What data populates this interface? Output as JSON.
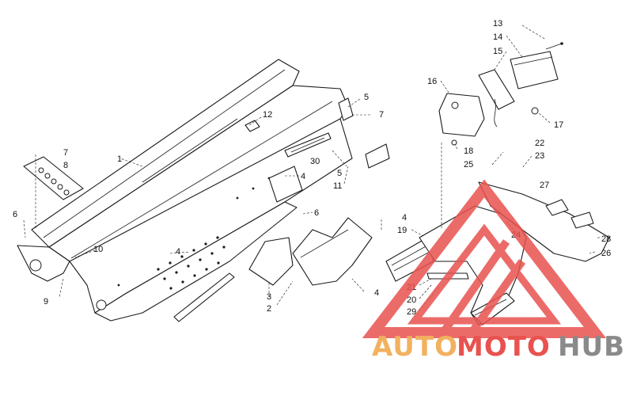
{
  "diagram": {
    "callouts": [
      {
        "id": "c1",
        "label": "1"
      },
      {
        "id": "c2",
        "label": "2"
      },
      {
        "id": "c3",
        "label": "3"
      },
      {
        "id": "c4a",
        "label": "4"
      },
      {
        "id": "c4b",
        "label": "4"
      },
      {
        "id": "c4c",
        "label": "4"
      },
      {
        "id": "c4d",
        "label": "4"
      },
      {
        "id": "c5a",
        "label": "5"
      },
      {
        "id": "c5b",
        "label": "5"
      },
      {
        "id": "c6a",
        "label": "6"
      },
      {
        "id": "c6b",
        "label": "6"
      },
      {
        "id": "c7a",
        "label": "7"
      },
      {
        "id": "c7b",
        "label": "7"
      },
      {
        "id": "c8",
        "label": "8"
      },
      {
        "id": "c9",
        "label": "9"
      },
      {
        "id": "c10",
        "label": "10"
      },
      {
        "id": "c11",
        "label": "11"
      },
      {
        "id": "c12",
        "label": "12"
      },
      {
        "id": "c13",
        "label": "13"
      },
      {
        "id": "c14",
        "label": "14"
      },
      {
        "id": "c15",
        "label": "15"
      },
      {
        "id": "c16",
        "label": "16"
      },
      {
        "id": "c17",
        "label": "17"
      },
      {
        "id": "c18",
        "label": "18"
      },
      {
        "id": "c19",
        "label": "19"
      },
      {
        "id": "c20",
        "label": "20"
      },
      {
        "id": "c21",
        "label": "21"
      },
      {
        "id": "c22",
        "label": "22"
      },
      {
        "id": "c23",
        "label": "23"
      },
      {
        "id": "c24",
        "label": "24"
      },
      {
        "id": "c25",
        "label": "25"
      },
      {
        "id": "c26",
        "label": "26"
      },
      {
        "id": "c27",
        "label": "27"
      },
      {
        "id": "c28",
        "label": "28"
      },
      {
        "id": "c29",
        "label": "29"
      },
      {
        "id": "c30",
        "label": "30"
      }
    ]
  },
  "watermark": {
    "part1": "AUTO",
    "part2": "MOTO",
    "part3": "HUB",
    "color_orange": "#f2b15f",
    "color_red": "#e8524f",
    "color_gray": "#8a8a8a"
  }
}
